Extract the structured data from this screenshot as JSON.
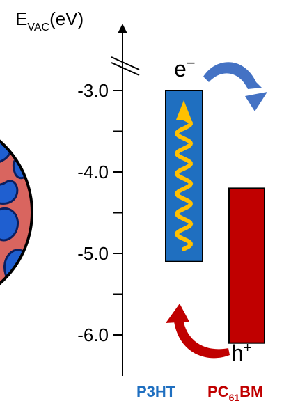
{
  "axis": {
    "title_main": "E",
    "title_sub": "VAC",
    "title_unit": "(eV)",
    "tick_labels": [
      "-3.0",
      "-4.0",
      "-5.0",
      "-6.0"
    ]
  },
  "carriers": {
    "electron_base": "e",
    "electron_sup": "−",
    "hole_base": "h",
    "hole_sup": "+"
  },
  "materials": {
    "donor": {
      "name": "P3HT",
      "band_top_ev": -3.0,
      "band_bottom_ev": -5.1,
      "color": "#1f6fc0"
    },
    "acceptor": {
      "name_prefix": "PC",
      "name_sub": "61",
      "name_suffix": "BM",
      "band_top_ev": -4.2,
      "band_bottom_ev": -6.1,
      "color": "#c00000"
    }
  },
  "colors": {
    "excitation_wave": "#ffc000",
    "arrow_blue": "#4472c4",
    "arrow_red": "#c00000",
    "blend_red": "#d9655f",
    "blend_blue": "#1f5fd0"
  }
}
